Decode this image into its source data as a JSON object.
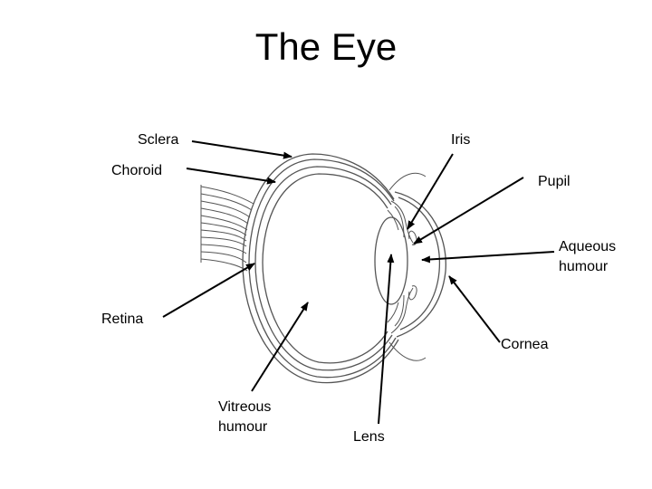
{
  "title": "The Eye",
  "labels": {
    "sclera": "Sclera",
    "iris": "Iris",
    "choroid": "Choroid",
    "pupil": "Pupil",
    "aqueous_humour": "Aqueous\nhumour",
    "retina": "Retina",
    "cornea": "Cornea",
    "vitreous_humour": "Vitreous\nhumour",
    "lens": "Lens"
  },
  "colors": {
    "line": "#000000",
    "drawing": "#555555"
  }
}
